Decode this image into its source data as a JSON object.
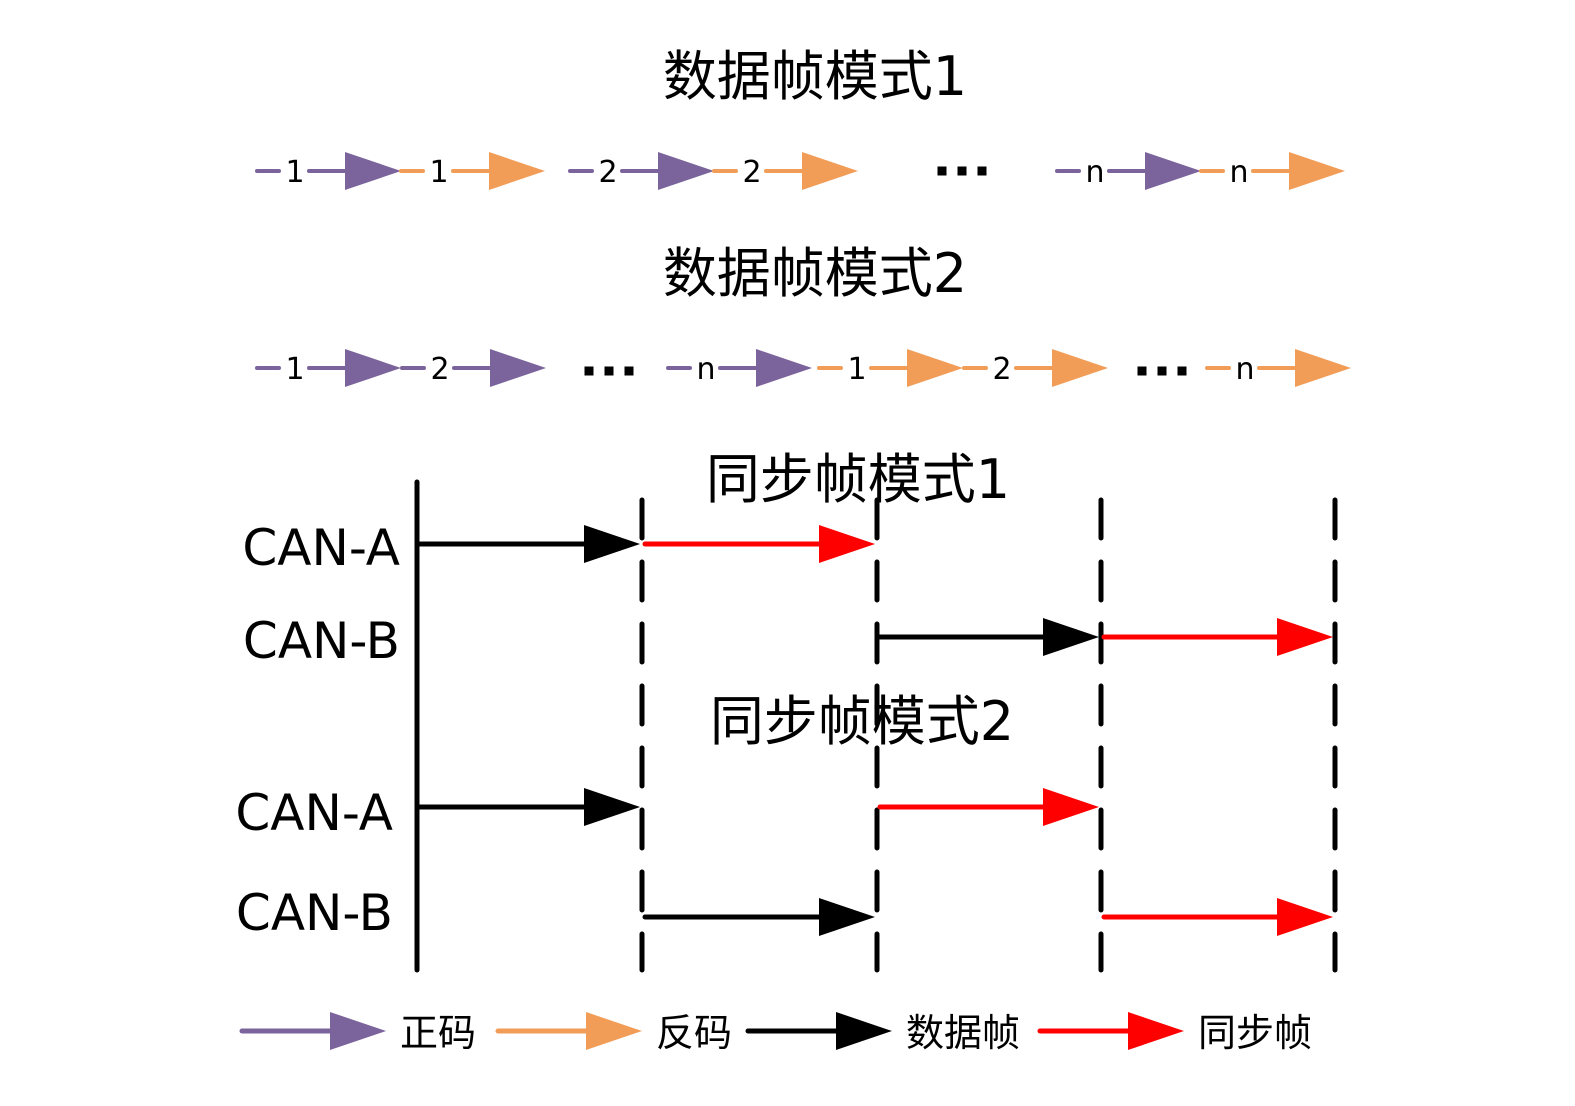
{
  "colors": {
    "positive_code": "#7B649C",
    "negative_code": "#F29D57",
    "data_frame": "#000000",
    "sync_frame": "#FF0000"
  },
  "data_mode_1": {
    "title": "数据帧模式1",
    "sequence": [
      {
        "label": "1",
        "type": "positive_code"
      },
      {
        "label": "1",
        "type": "negative_code"
      },
      {
        "label": "2",
        "type": "positive_code"
      },
      {
        "label": "2",
        "type": "negative_code"
      },
      {
        "label": "…",
        "type": "ellipsis"
      },
      {
        "label": "n",
        "type": "positive_code"
      },
      {
        "label": "n",
        "type": "negative_code"
      }
    ]
  },
  "data_mode_2": {
    "title": "数据帧模式2",
    "sequence": [
      {
        "label": "1",
        "type": "positive_code"
      },
      {
        "label": "2",
        "type": "positive_code"
      },
      {
        "label": "…",
        "type": "ellipsis"
      },
      {
        "label": "n",
        "type": "positive_code"
      },
      {
        "label": "1",
        "type": "negative_code"
      },
      {
        "label": "2",
        "type": "negative_code"
      },
      {
        "label": "…",
        "type": "ellipsis"
      },
      {
        "label": "n",
        "type": "negative_code"
      }
    ]
  },
  "sync_mode_1": {
    "title": "同步帧模式1",
    "channels": [
      {
        "name": "CAN-A",
        "segments": [
          {
            "slot": 1,
            "type": "data_frame"
          },
          {
            "slot": 2,
            "type": "sync_frame"
          }
        ]
      },
      {
        "name": "CAN-B",
        "segments": [
          {
            "slot": 3,
            "type": "data_frame"
          },
          {
            "slot": 4,
            "type": "sync_frame"
          }
        ]
      }
    ]
  },
  "sync_mode_2": {
    "title": "同步帧模式2",
    "channels": [
      {
        "name": "CAN-A",
        "segments": [
          {
            "slot": 1,
            "type": "data_frame"
          },
          {
            "slot": 3,
            "type": "sync_frame"
          }
        ]
      },
      {
        "name": "CAN-B",
        "segments": [
          {
            "slot": 2,
            "type": "data_frame"
          },
          {
            "slot": 4,
            "type": "sync_frame"
          }
        ]
      }
    ]
  },
  "legend": [
    {
      "label": "正码",
      "type": "positive_code"
    },
    {
      "label": "反码",
      "type": "negative_code"
    },
    {
      "label": "数据帧",
      "type": "data_frame"
    },
    {
      "label": "同步帧",
      "type": "sync_frame"
    }
  ]
}
